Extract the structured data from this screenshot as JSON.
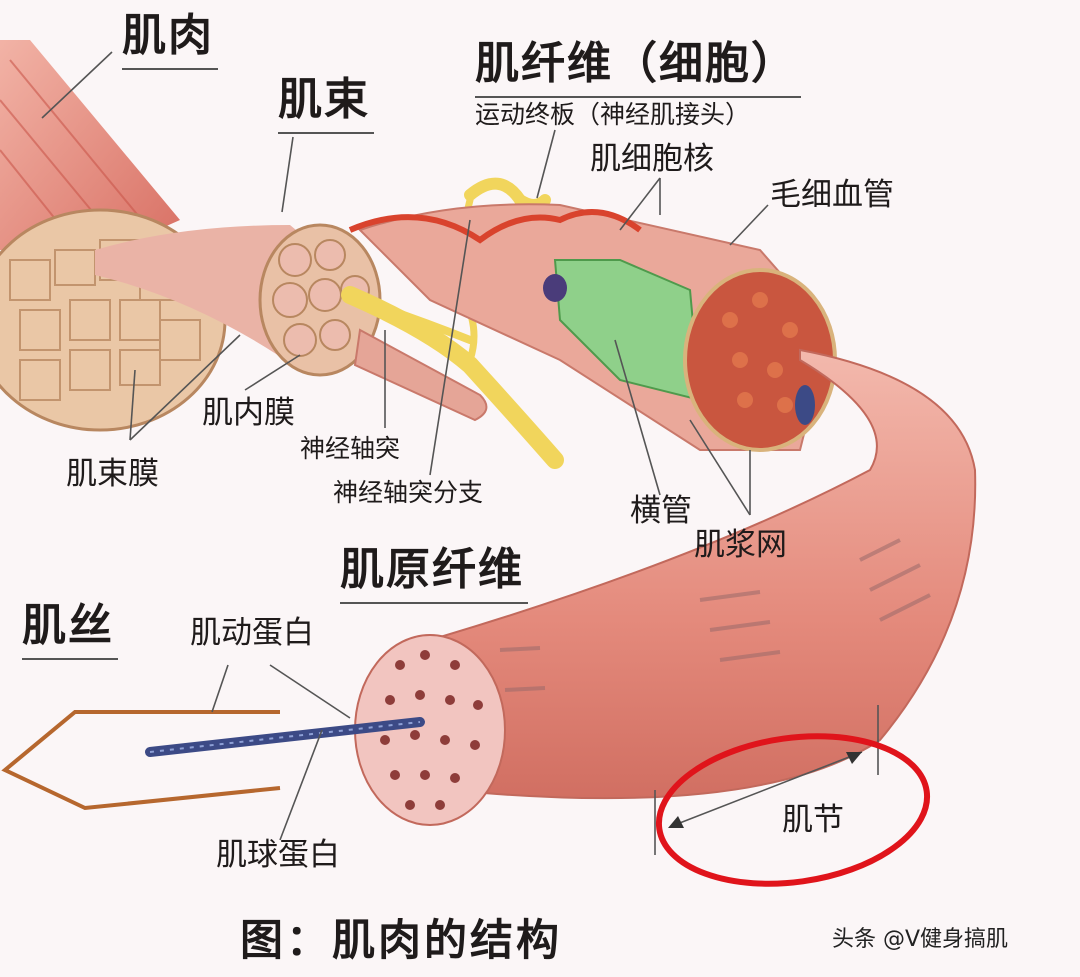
{
  "title": "图：肌肉的结构",
  "watermark": "头条 @V健身搞肌",
  "labels": {
    "muscle": "肌肉",
    "fascicle": "肌束",
    "muscle_fiber": "肌纤维（细胞）",
    "motor_end_plate": "运动终板（神经肌接头）",
    "muscle_nucleus": "肌细胞核",
    "capillary": "毛细血管",
    "endomysium": "肌内膜",
    "perimysium": "肌束膜",
    "axon": "神经轴突",
    "axon_branch": "神经轴突分支",
    "t_tubule": "横管",
    "sarcoplasmic_reticulum": "肌浆网",
    "myofibril": "肌原纤维",
    "myofilament": "肌丝",
    "actin": "肌动蛋白",
    "myosin": "肌球蛋白",
    "sarcomere": "肌节"
  },
  "colors": {
    "background": "#fbf6f7",
    "muscle": "#e48a7c",
    "fascicle_sheath": "#d9a07c",
    "nerve": "#f1d55c",
    "reticulum": "#8fd08a",
    "highlight_circle": "#e0141b",
    "myofilament_outline": "#b6672e",
    "myosin": "#3c4a86"
  }
}
